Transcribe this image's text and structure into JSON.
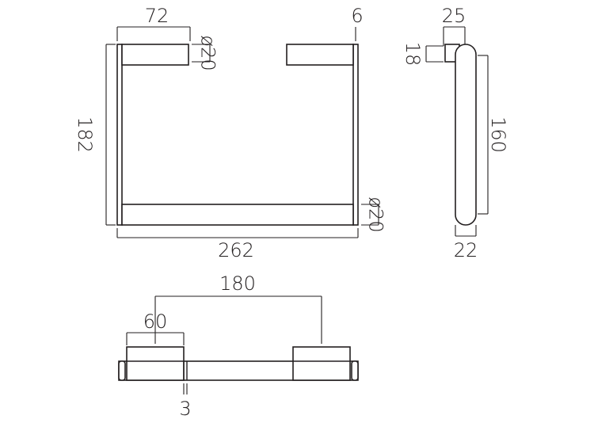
{
  "drawing": {
    "front_view": {
      "dim_top_arm_length": "72",
      "dim_thickness": "6",
      "dim_arm_diameter": "ø20",
      "dim_height": "182",
      "dim_width": "262",
      "dim_bar_diameter": "ø20"
    },
    "side_view": {
      "dim_depth": "25",
      "dim_mount": "18",
      "dim_length": "160",
      "dim_bar": "22"
    },
    "top_view": {
      "dim_span": "180",
      "dim_pad_width": "60",
      "dim_gap": "3"
    }
  }
}
